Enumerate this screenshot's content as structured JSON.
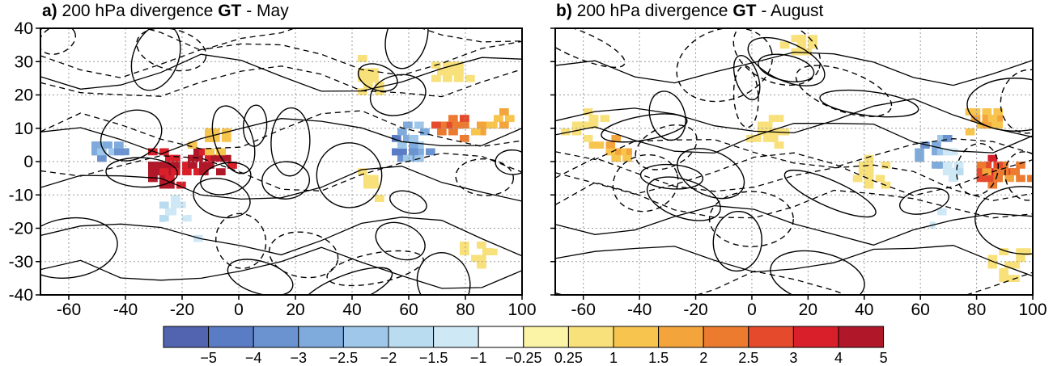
{
  "chart_data": [
    {
      "type": "heatmap",
      "panel": "a)",
      "title_pre": "200 hPa divergence",
      "title_bold": "GT",
      "title_post": "- May",
      "x_ticks": [
        -60,
        -40,
        -20,
        0,
        20,
        40,
        60,
        80,
        100
      ],
      "y_ticks": [
        40,
        30,
        20,
        10,
        0,
        -10,
        -20,
        -30,
        -40
      ],
      "xlim": [
        -70,
        100
      ],
      "ylim": [
        -40,
        40
      ],
      "grid": true,
      "field": [
        {
          "lon": -28,
          "lat": -2,
          "value": 4.5
        },
        {
          "lon": -18,
          "lat": -1,
          "value": 4.5
        },
        {
          "lon": -10,
          "lat": 0,
          "value": 4.5
        },
        {
          "lon": -25,
          "lat": -5,
          "value": 4.5
        },
        {
          "lon": -12,
          "lat": 6,
          "value": 1.5
        },
        {
          "lon": -50,
          "lat": 3,
          "value": -3
        },
        {
          "lon": -25,
          "lat": -15,
          "value": -1.5
        },
        {
          "lon": -20,
          "lat": -20,
          "value": -1
        },
        {
          "lon": 55,
          "lat": 2,
          "value": -4
        },
        {
          "lon": 60,
          "lat": 5,
          "value": -3
        },
        {
          "lon": 75,
          "lat": 10,
          "value": 2.5
        },
        {
          "lon": 88,
          "lat": 10,
          "value": 1.5
        },
        {
          "lon": 44,
          "lat": 25,
          "value": 0.5
        },
        {
          "lon": 75,
          "lat": 25,
          "value": 0.5
        },
        {
          "lon": 45,
          "lat": -8,
          "value": 0.5
        },
        {
          "lon": 85,
          "lat": -28,
          "value": 0.5
        },
        {
          "lon": 95,
          "lat": -25,
          "value": -0.5
        },
        {
          "lon": 35,
          "lat": 5,
          "value": -0.5
        }
      ]
    },
    {
      "type": "heatmap",
      "panel": "b)",
      "title_pre": "200 hPa divergence",
      "title_bold": "GT",
      "title_post": "- August",
      "x_ticks": [
        -60,
        -40,
        -20,
        0,
        20,
        40,
        60,
        80,
        100
      ],
      "y_ticks": [
        40,
        30,
        20,
        10,
        0,
        -10,
        -20,
        -30,
        -40
      ],
      "xlim": [
        -70,
        100
      ],
      "ylim": [
        -40,
        40
      ],
      "grid": true,
      "field": [
        {
          "lon": 85,
          "lat": -3,
          "value": 3
        },
        {
          "lon": 90,
          "lat": -5,
          "value": 2.5
        },
        {
          "lon": 82,
          "lat": 12,
          "value": 1.5
        },
        {
          "lon": 65,
          "lat": 2,
          "value": -3
        },
        {
          "lon": 70,
          "lat": -3,
          "value": -1.5
        },
        {
          "lon": -50,
          "lat": 2,
          "value": 1.5
        },
        {
          "lon": -60,
          "lat": 10,
          "value": 0.5
        },
        {
          "lon": 5,
          "lat": 8,
          "value": 0.5
        },
        {
          "lon": 40,
          "lat": -5,
          "value": 0.5
        },
        {
          "lon": 20,
          "lat": -30,
          "value": -0.5
        },
        {
          "lon": 60,
          "lat": -20,
          "value": -1
        },
        {
          "lon": 30,
          "lat": 30,
          "value": -0.5
        },
        {
          "lon": 90,
          "lat": -32,
          "value": 0.5
        },
        {
          "lon": -40,
          "lat": -20,
          "value": -0.5
        },
        {
          "lon": 15,
          "lat": 35,
          "value": 0.5
        }
      ]
    }
  ],
  "colorbar": {
    "tick_labels": [
      "−5",
      "−4",
      "−3",
      "−2.5",
      "−2",
      "−1.5",
      "−1",
      "−0.25",
      "0.25",
      "1",
      "1.5",
      "2",
      "2.5",
      "3",
      "4",
      "5"
    ],
    "colors": [
      "#5264b0",
      "#5a7cc4",
      "#6a93d0",
      "#7eaadc",
      "#9ec7ea",
      "#b9dcf1",
      "#cfe8f6",
      "#ffffff",
      "#fbf4a6",
      "#f8e07a",
      "#f7c44e",
      "#f3a43a",
      "#ec7b30",
      "#e54a2d",
      "#d81f2a",
      "#b0182a"
    ]
  }
}
